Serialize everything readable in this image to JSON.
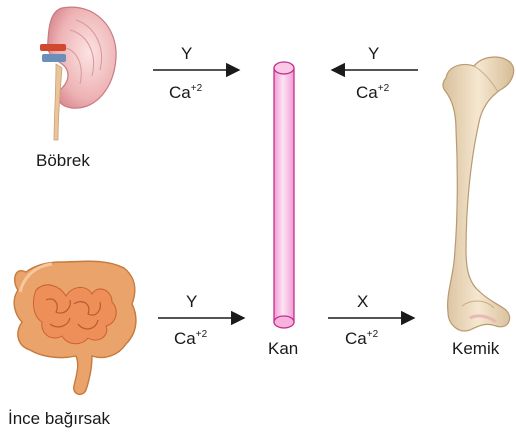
{
  "labels": {
    "kidney": "Böbrek",
    "intestine": "İnce bağırsak",
    "blood": "Kan",
    "bone": "Kemik"
  },
  "arrows": {
    "kidney_to_blood": {
      "hormone": "Y",
      "ion": "Ca",
      "charge": "+2"
    },
    "bone_to_blood": {
      "hormone": "Y",
      "ion": "Ca",
      "charge": "+2"
    },
    "intestine_to_blood": {
      "hormone": "Y",
      "ion": "Ca",
      "charge": "+2"
    },
    "blood_to_bone": {
      "hormone": "X",
      "ion": "Ca",
      "charge": "+2"
    }
  },
  "colors": {
    "kidney": "#e8a0a8",
    "intestine": "#e9955a",
    "blood_vessel": "#f7c6e6",
    "blood_vessel_stroke": "#c0318e",
    "bone": "#efdcbf",
    "arrow": "#1a1a1a"
  },
  "icons": [
    "kidney-icon",
    "intestine-icon",
    "blood-vessel-icon",
    "bone-icon"
  ]
}
